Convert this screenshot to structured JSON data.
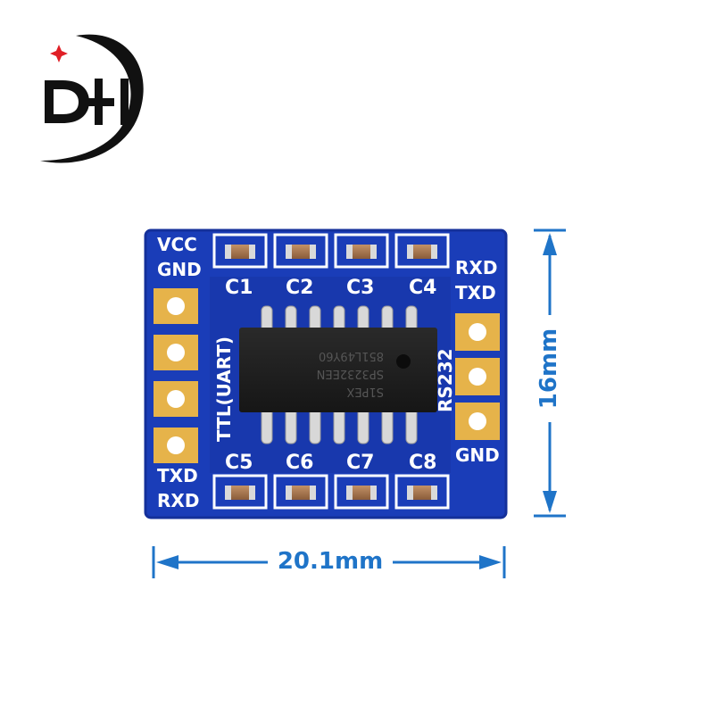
{
  "logo": {
    "text": "DHI"
  },
  "board": {
    "chip_text": [
      "S1PEX",
      "SP3232EEN",
      "851L49Y60"
    ],
    "left_top_labels": [
      "VCC",
      "GND"
    ],
    "left_bottom_labels": [
      "TXD",
      "RXD"
    ],
    "right_top_labels": [
      "RXD",
      "TXD"
    ],
    "right_bottom_label": "GND",
    "left_side_text": "TTL(UART)",
    "right_side_text": "RS232",
    "caps_top": [
      "C1",
      "C2",
      "C3",
      "C4"
    ],
    "caps_bottom": [
      "C5",
      "C6",
      "C7",
      "C8"
    ]
  },
  "dimensions": {
    "width": "20.1mm",
    "height": "16mm"
  },
  "colors": {
    "board": "#1a3db8",
    "board_edge": "#14309a",
    "pad": "#e6b34a",
    "dim": "#1f74c8",
    "logo": "#111111",
    "logo_accent": "#e01f26"
  }
}
